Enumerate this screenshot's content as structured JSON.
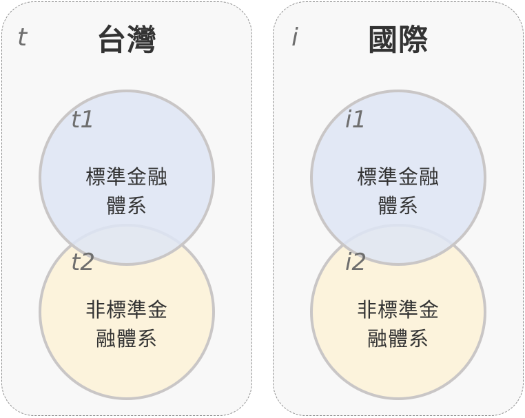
{
  "panels": [
    {
      "title": "台灣",
      "variable": "t",
      "circles": [
        {
          "variable": "t1",
          "label_line1": "標準金融",
          "label_line2": "體系"
        },
        {
          "variable": "t2",
          "label_line1": "非標準金",
          "label_line2": "融體系"
        }
      ]
    },
    {
      "title": "國際",
      "variable": "i",
      "circles": [
        {
          "variable": "i1",
          "label_line1": "標準金融",
          "label_line2": "體系"
        },
        {
          "variable": "i2",
          "label_line1": "非標準金",
          "label_line2": "融體系"
        }
      ]
    }
  ],
  "colors": {
    "standard_circle_fill": "#dee5f5",
    "nonstandard_circle_fill": "#fff3d6",
    "circle_border": "#c9c6c6",
    "panel_border": "#8c8c8c",
    "panel_fill": "#f8f8f8"
  }
}
